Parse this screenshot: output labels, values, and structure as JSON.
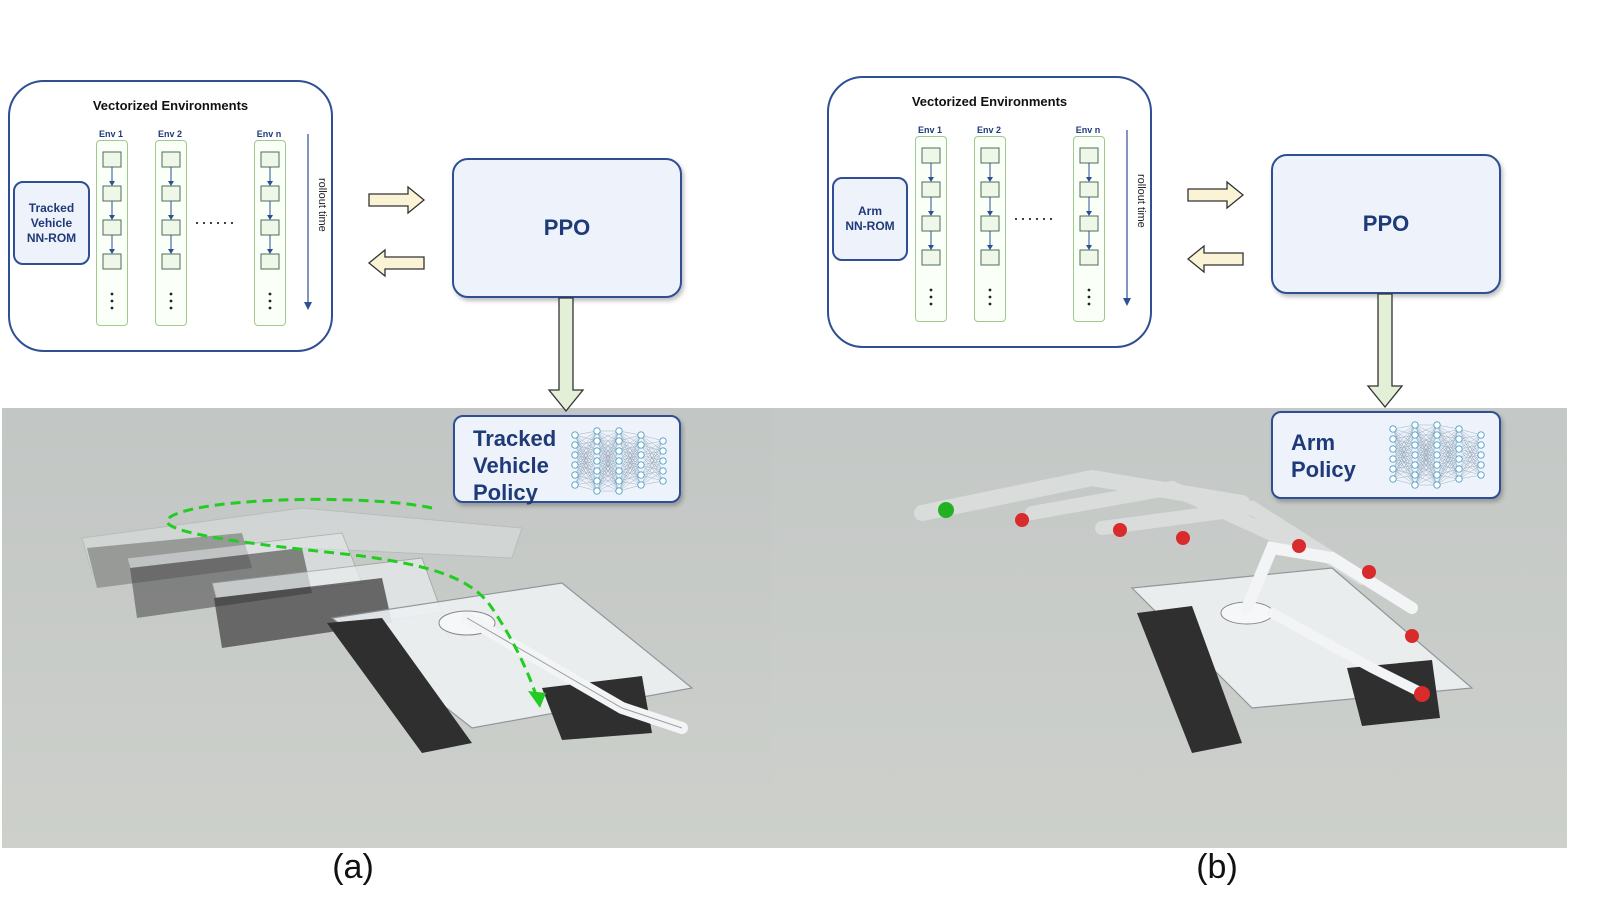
{
  "panels": {
    "a": {
      "vec_title": "Vectorized Environments",
      "env_labels": [
        "Env 1",
        "Env 2",
        "Env n"
      ],
      "rollout_label": "rollout time",
      "rom_lines": [
        "Tracked",
        "Vehicle",
        "NN-ROM"
      ],
      "ppo_label": "PPO",
      "policy_lines": [
        "Tracked",
        "Vehicle",
        "Policy"
      ],
      "caption": "(a)"
    },
    "b": {
      "vec_title": "Vectorized Environments",
      "env_labels": [
        "Env 1",
        "Env 2",
        "Env n"
      ],
      "rollout_label": "rollout time",
      "rom_lines": [
        "Arm",
        "NN-ROM"
      ],
      "ppo_label": "PPO",
      "policy_lines": [
        "Arm",
        "Policy"
      ],
      "caption": "(b)"
    }
  },
  "colors": {
    "box_border": "#2e4f95",
    "box_fill": "#eef3fb",
    "env_border": "#9fca8e",
    "arrow_fill_yellow": "#fbf3d6",
    "arrow_fill_green": "#e4efd8",
    "trajectory": "#22cc22",
    "target_red": "#d92b2b",
    "target_green": "#23b023"
  },
  "icons": {
    "neural_net": "neural-network-icon"
  }
}
